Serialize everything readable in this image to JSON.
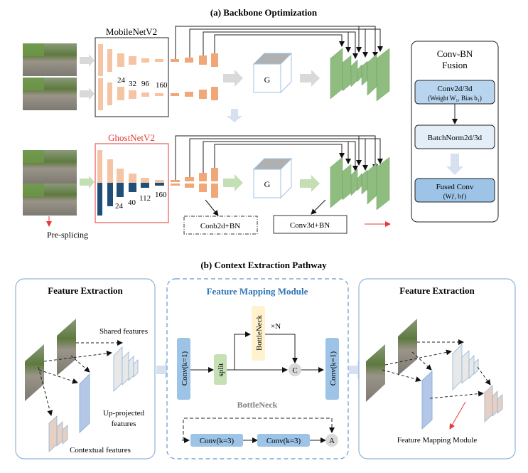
{
  "section_a": {
    "title": "(a)  Backbone Optimization",
    "mobilenet": {
      "label": "MobileNetV2",
      "channels": [
        "24",
        "32",
        "96",
        "160"
      ]
    },
    "ghostnet": {
      "label": "GhostNetV2",
      "channels": [
        "24",
        "40",
        "112",
        "160"
      ]
    },
    "cube_label": "G",
    "cube_label_2": "G",
    "pre_splicing": "Pre-splicing",
    "conv2d_bn": "Conb2d+BN",
    "conv3d_bn": "Conv3d+BN",
    "fusion": {
      "title_line1": "Conv-BN",
      "title_line2": "Fusion",
      "conv_box_line1": "Conv2d/3d",
      "conv_box_line2": "(Weight W₁, Bias b₁)",
      "bn_box": "BatchNorm2d/3d",
      "fused_box_line1": "Fused Conv",
      "fused_box_line2": "(Wƒ, bƒ)"
    },
    "colors": {
      "encoder_orange": "#f5c4a4",
      "encoder_orange_dark": "#f0a878",
      "ghost_navy": "#1f4e79",
      "decoder_green": "#8fbc7f",
      "ghost_red": "#e53935",
      "arrow_gray": "#d9d9d9",
      "arrow_green": "#c5dfb5",
      "arrow_blue": "#d6e0f0",
      "fusion_blue": "#b8d4ee",
      "fusion_light": "#e4eef8",
      "fusion_dark": "#9dc3e6"
    }
  },
  "section_b": {
    "title": "(b)  Context Extraction Pathway",
    "left_panel": {
      "title": "Feature Extraction",
      "shared": "Shared features",
      "up_projected_line1": "Up-projected",
      "up_projected_line2": "features",
      "contextual": "Contextual features"
    },
    "middle_panel": {
      "title": "Feature Mapping Module",
      "conv_left": "Conv(k=1)",
      "split": "split",
      "bottleneck": "BottleNeck",
      "repeat": "×N",
      "concat": "C",
      "conv_right": "Conv(k=1)",
      "bottleneck_title": "BottleNeck",
      "conv3_a": "Conv(k=3)",
      "conv3_b": "Conv(k=3)",
      "add": "A"
    },
    "right_panel": {
      "title": "Feature Extraction",
      "caption": "Feature Mapping Module"
    },
    "colors": {
      "panel_border": "#8db4d9",
      "module_title": "#2e75b6",
      "conv_blue": "#9dc3e6",
      "split_green": "#c5e0b4",
      "bottleneck_yellow": "#fff2cc",
      "circle_gray": "#d9d9d9"
    }
  }
}
